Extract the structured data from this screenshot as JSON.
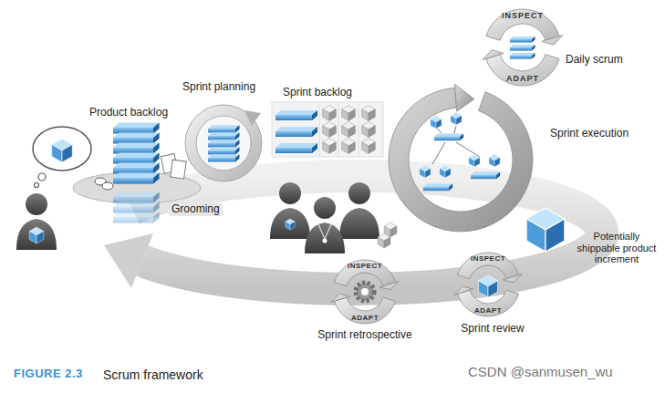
{
  "diagram": {
    "caption": "Scrum framework",
    "nodes": [
      {
        "text": [
          "Product backlog"
        ]
      },
      {
        "text": [
          "Sprint planning"
        ]
      },
      {
        "text": [
          "Sprint backlog"
        ]
      },
      {
        "text": [
          "INSPECT",
          "ADAPT",
          "Daily scrum"
        ]
      },
      {
        "text": [
          "Sprint execution"
        ]
      },
      {
        "text": [
          "Potentially shippable product increment"
        ]
      },
      {
        "text": [
          "INSPECT",
          "ADAPT",
          "Sprint review"
        ]
      },
      {
        "text": [
          "INSPECT",
          "ADAPT",
          "Sprint retrospective"
        ]
      }
    ],
    "labels": [
      "Grooming",
      "FIGURE 2.3",
      "CSDN @sanmusen_wu"
    ]
  }
}
